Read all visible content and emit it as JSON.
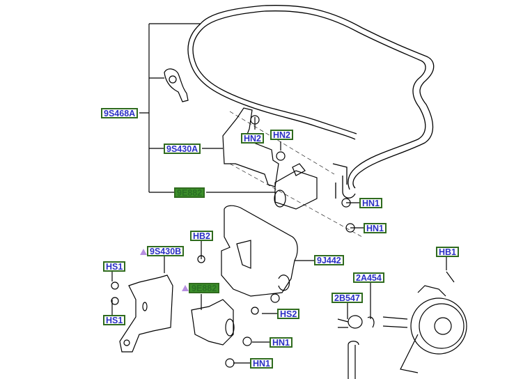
{
  "diagram": {
    "title": "Parts callout diagram",
    "colors": {
      "label_border": "#2f6b1e",
      "label_text": "#2a2fc4",
      "label_selected_fill": "#3c8f2a",
      "note_marker": "#b78fe0",
      "line": "#000000"
    },
    "labels": [
      {
        "id": "9S468A",
        "text": "9S468A",
        "selected": false
      },
      {
        "id": "9S430A",
        "text": "9S430A",
        "selected": false
      },
      {
        "id": "9E882-top",
        "text": "9E882",
        "selected": true
      },
      {
        "id": "HN2-a",
        "text": "HN2",
        "selected": false
      },
      {
        "id": "HN2-b",
        "text": "HN2",
        "selected": false
      },
      {
        "id": "HN1-a",
        "text": "HN1",
        "selected": false
      },
      {
        "id": "HN1-b",
        "text": "HN1",
        "selected": false
      },
      {
        "id": "HB2",
        "text": "HB2",
        "selected": false
      },
      {
        "id": "9S430B",
        "text": "9S430B",
        "selected": false,
        "note_marker": true
      },
      {
        "id": "HS1-a",
        "text": "HS1",
        "selected": false
      },
      {
        "id": "HS1-b",
        "text": "HS1",
        "selected": false
      },
      {
        "id": "9E882-bottom",
        "text": "9E882",
        "selected": true,
        "note_marker": true
      },
      {
        "id": "9J442",
        "text": "9J442",
        "selected": false
      },
      {
        "id": "HS2",
        "text": "HS2",
        "selected": false
      },
      {
        "id": "HN1-c",
        "text": "HN1",
        "selected": false
      },
      {
        "id": "HN1-d",
        "text": "HN1",
        "selected": false
      },
      {
        "id": "2A454",
        "text": "2A454",
        "selected": false
      },
      {
        "id": "2B547",
        "text": "2B547",
        "selected": false
      },
      {
        "id": "HB1",
        "text": "HB1",
        "selected": false
      }
    ]
  }
}
